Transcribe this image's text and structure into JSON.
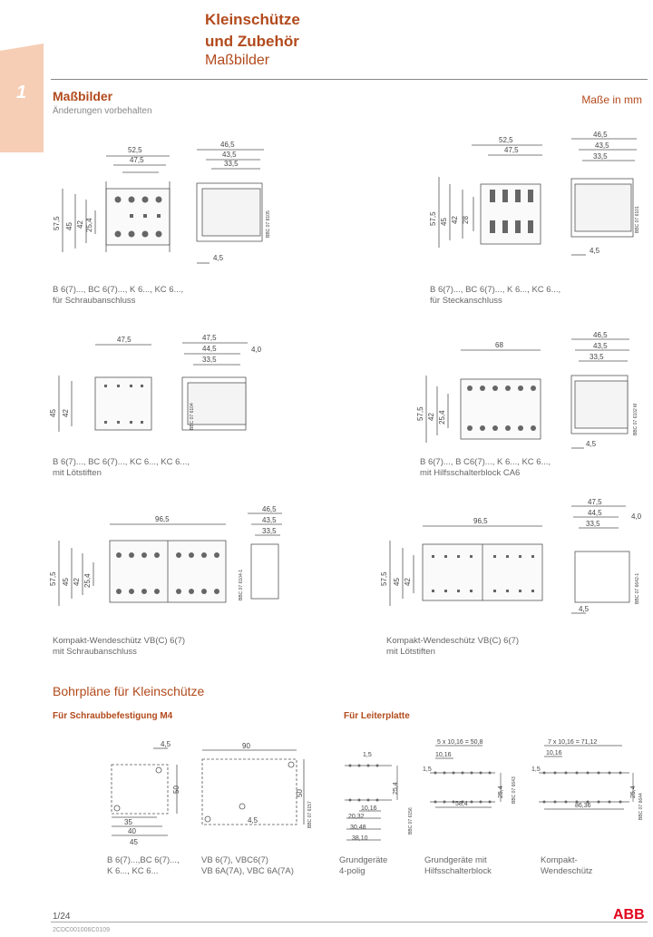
{
  "header": {
    "title_line1": "Kleinschütze",
    "title_line2": "und Zubehör",
    "title_line3": "Maßbilder",
    "chapter_number": "1"
  },
  "section": {
    "title": "Maßbilder",
    "subtitle": "Änderungen vorbehalten",
    "units": "Maße in mm"
  },
  "drawings": [
    {
      "caption": [
        "B 6(7)..., BC 6(7)..., K 6..., KC 6...,",
        "für Schraubanschluss"
      ],
      "dims_front": [
        "52,5",
        "47,5",
        "57,5",
        "45",
        "42",
        "25,4"
      ],
      "dims_side": [
        "46,5",
        "43,5",
        "33,5",
        "4,5"
      ],
      "code": "BBC 07 8105"
    },
    {
      "caption": [
        "B 6(7)..., BC 6(7)..., K 6..., KC 6...,",
        "für Steckanschluss"
      ],
      "dims_front": [
        "52,5",
        "47,5",
        "57,5",
        "45",
        "42",
        "28"
      ],
      "dims_side": [
        "46,5",
        "43,5",
        "33,5",
        "4,5"
      ],
      "code": "BBC 07 6101"
    },
    {
      "caption": [
        "B 6(7)..., BC 6(7)..., KC 6..., KC 6...,",
        "mit Lötstiften"
      ],
      "dims_front": [
        "47,5",
        "45",
        "42"
      ],
      "dims_side": [
        "47,5",
        "44,5",
        "33,5",
        "4,0"
      ],
      "code": "BBC 07 6104"
    },
    {
      "caption": [
        "B 6(7)..., B C6(7)..., K 6..., KC 6...,",
        "mit Hilfsschalterblock CA6"
      ],
      "dims_front": [
        "68",
        "57,5",
        "42",
        "25,4"
      ],
      "dims_side": [
        "46,5",
        "43,5",
        "33,5",
        "4,5"
      ],
      "code": "BBC 07 6102 M"
    },
    {
      "caption": [
        "Kompakt-Wendeschütz VB(C) 6(7)",
        "mit Schraubanschluss"
      ],
      "dims_front": [
        "96,5",
        "57,5",
        "45",
        "42",
        "25,4"
      ],
      "dims_side": [
        "46,5",
        "43,5",
        "33,5"
      ],
      "code": "BBC 07 6104-1"
    },
    {
      "caption": [
        "Kompakt-Wendeschütz VB(C) 6(7)",
        "mit Lötstiften"
      ],
      "dims_front": [
        "96,5",
        "57,5",
        "45",
        "42"
      ],
      "dims_side": [
        "47,5",
        "44,5",
        "33,5",
        "4,0",
        "4,5"
      ],
      "code": "BBC 07 6642-1"
    }
  ],
  "drill": {
    "title": "Bohrpläne für Kleinschütze",
    "left_heading": "Für Schraubbefestigung M4",
    "right_heading": "Für Leiterplatte",
    "plan1": {
      "dims": [
        "4,5",
        "50",
        "35",
        "40",
        "45"
      ],
      "caption": [
        "B 6(7)...,BC 6(7)...,",
        "K 6..., KC 6..."
      ]
    },
    "plan2": {
      "dims": [
        "90",
        "50",
        "4,5"
      ],
      "code": "BBC 07 6157",
      "caption": [
        "VB 6(7), VBC6(7)",
        "VB 6A(7A), VBC 6A(7A)"
      ]
    },
    "plan3": {
      "dims": [
        "1,5",
        "25,4",
        "10,16",
        "20,32",
        "30,48",
        "38,10",
        "1,5"
      ],
      "code": "BBC 07 6156",
      "caption": [
        "Grundgeräte",
        "4-polig"
      ]
    },
    "plan4": {
      "dims": [
        "5 x 10,16 = 50,8",
        "10,16",
        "25,4",
        "58,4",
        "1,5"
      ],
      "code": "BBC 07 6643",
      "caption": [
        "Grundgeräte mit",
        "Hilfsschalterblock"
      ]
    },
    "plan5": {
      "dims": [
        "7 x 10,16 = 71,12",
        "10,16",
        "25,4",
        "86,36",
        "1,5"
      ],
      "code": "BBC 07 6644",
      "caption": [
        "Kompakt-",
        "Wendeschütz"
      ]
    }
  },
  "footer": {
    "page": "1/24",
    "doc_code": "2CDC001006C0109",
    "logo": "ABB"
  },
  "colors": {
    "accent": "#b24a1c",
    "tab": "#f4c9b0",
    "line": "#555555"
  }
}
